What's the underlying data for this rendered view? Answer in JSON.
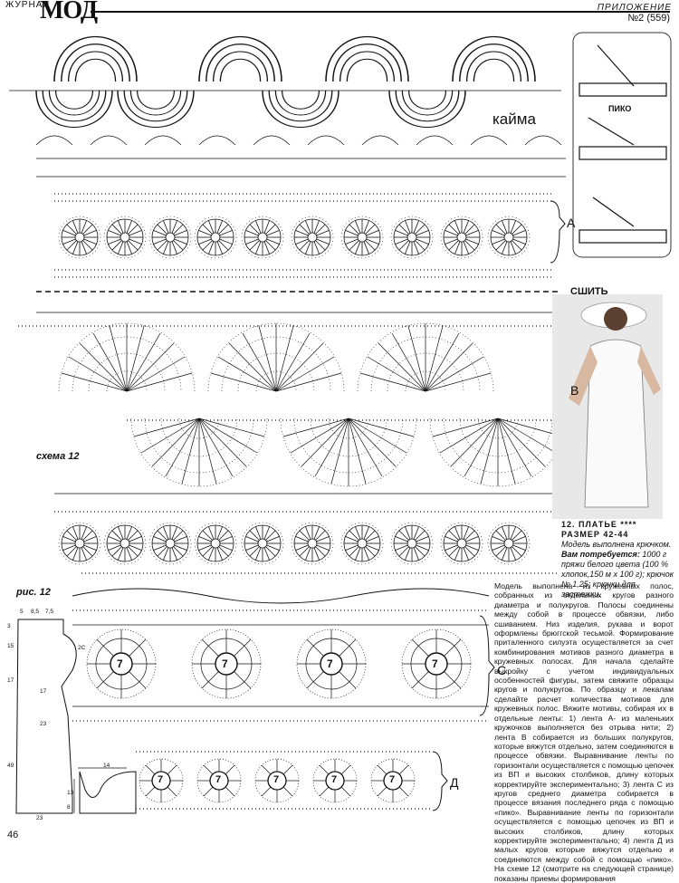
{
  "header": {
    "journal": "ЖУРНАЛ",
    "logo": "МОД",
    "supplement": "ПРИЛОЖЕНИЕ",
    "issue": "№2 (559)"
  },
  "labels": {
    "edging": "кайма",
    "sew": "СШИТЬ",
    "schema": "схема 12",
    "figure": "рис. 12",
    "picot": "ПИКО",
    "band_a": "А",
    "band_b": "В",
    "band_c": "С",
    "band_d": "Д",
    "page_number": "46",
    "motif_number": "7"
  },
  "pattern_dims": [
    "5",
    "8,5",
    "7,5",
    "3",
    "15",
    "2С",
    "17",
    "17",
    "23",
    "49",
    "23",
    "14",
    "13",
    "8"
  ],
  "model": {
    "title": "12. ПЛАТЬЕ",
    "stars": "****",
    "size_label": "РАЗМЕР",
    "size": "42-44",
    "technique": "Модель выполнена крючком.",
    "need_label": "Вам потребуется:",
    "need_text": "1000 г пряжи белого цвета (100 % хлопок,150 м x 100 г); крючок № 1,25; крючки для застежки."
  },
  "description": "Модель выполнена из кружевных полос, собранных из отдельных кругов разного диаметра и полукругов. Полосы соединены между собой в процессе обвязки, либо сшиванием. Низ изделия, рукава и ворот оформлены брюггской тесьмой. Формирование приталенного силуэта осуществляется за счет комбинирования мотивов разного диаметра в кружевных полосах. Для начала сделайте выкройку с учетом индивидуальных особенностей фигуры, затем свяжите образцы кругов и полукругов. По образцу и лекалам сделайте расчет количества мотивов для кружевных полос. Вяжите мотивы, собирая их в отдельные ленты: 1) лента А- из маленьких кружочков выполняется без отрыва нити; 2) лента В собирается из больших полукругов, которые вяжутся отдельно, затем соединяются в процессе обвязки. Выравнивание ленты по горизонтали осуществляется с помощью цепочек из ВП и высоких столбиков, длину которых корректируйте экспериментально; 3) лента С из кругов среднего диаметра собирается в процессе вязания последнего ряда с помощью «пико». Выравнивание ленты по горизонтали осуществляется с помощью цепочек из ВП и высоких столбиков, длину которых корректируйте экспериментально; 4) лента Д из малых кругов которые вяжутся отдельно и соединяются между собой с помощью «пико». На схеме 12 (смотрите на следующей странице) показаны приемы формирования"
}
